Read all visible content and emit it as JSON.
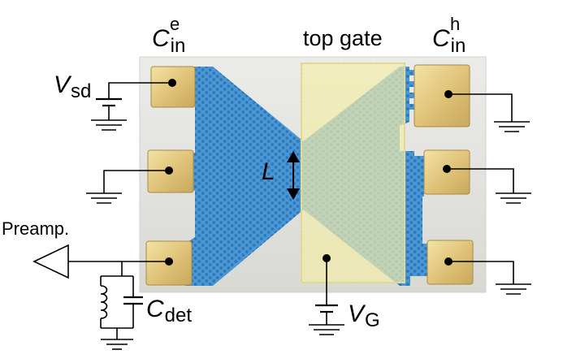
{
  "labels": {
    "cin_e": {
      "symbol": "C",
      "sub": "in",
      "sup": "e"
    },
    "cin_h": {
      "symbol": "C",
      "sub": "in",
      "sup": "h"
    },
    "top_gate": "top gate",
    "vsd": {
      "symbol": "V",
      "sub": "sd"
    },
    "length": "L",
    "preamp": "Preamp.",
    "cdet": {
      "symbol": "C",
      "sub": "det"
    },
    "vg": {
      "symbol": "V",
      "sub": "G"
    }
  },
  "colors": {
    "substrate": "#e2e2de",
    "graphene": "#4a97d6",
    "graphene_cell": "#2f78b8",
    "contact": "#e2c879",
    "contact_dark": "#b8963e",
    "gate": "#f0eab0",
    "wire": "#000000"
  }
}
